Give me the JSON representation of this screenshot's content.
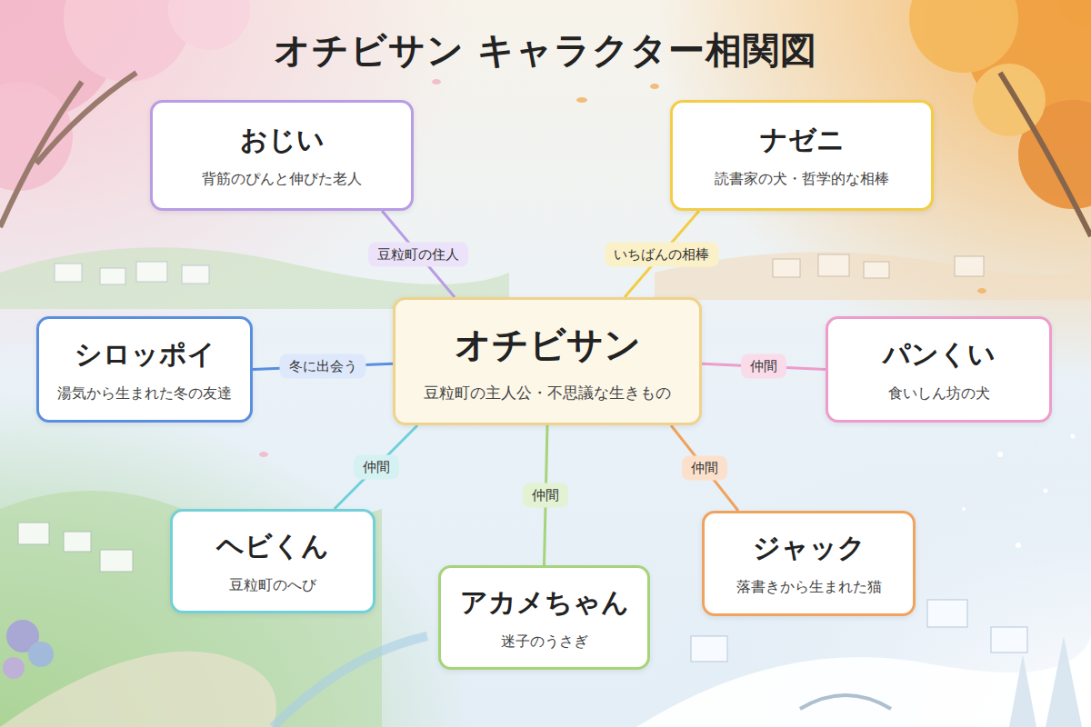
{
  "diagram": {
    "title": "オチビサン キャラクター相関図",
    "nodes": [
      {
        "text": [
          "おじい",
          "背筋のぴんと伸びた老人"
        ]
      },
      {
        "text": [
          "ナゼニ",
          "読書家の犬・哲学的な相棒"
        ]
      },
      {
        "text": [
          "シロッポイ",
          "湯気から生まれた冬の友達"
        ]
      },
      {
        "text": [
          "オチビサン",
          "豆粒町の主人公・不思議な生きもの"
        ]
      },
      {
        "text": [
          "パンくい",
          "食いしん坊の犬"
        ]
      },
      {
        "text": [
          "ヘビくん",
          "豆粒町のへび"
        ]
      },
      {
        "text": [
          "アカメちゃん",
          "迷子のうさぎ"
        ]
      },
      {
        "text": [
          "ジャック",
          "落書きから生まれた猫"
        ]
      }
    ],
    "edges": [
      {
        "from": 3,
        "to": 0,
        "label": "豆粒町の住人",
        "arrow": "none"
      },
      {
        "from": 3,
        "to": 1,
        "label": "いちばんの相棒",
        "arrow": "none"
      },
      {
        "from": 3,
        "to": 2,
        "label": "冬に出会う",
        "arrow": "none"
      },
      {
        "from": 3,
        "to": 4,
        "label": "仲間",
        "arrow": "none"
      },
      {
        "from": 3,
        "to": 5,
        "label": "仲間",
        "arrow": "none"
      },
      {
        "from": 3,
        "to": 6,
        "label": "仲間",
        "arrow": "none"
      },
      {
        "from": 3,
        "to": 7,
        "label": "仲間",
        "arrow": "none"
      }
    ]
  }
}
